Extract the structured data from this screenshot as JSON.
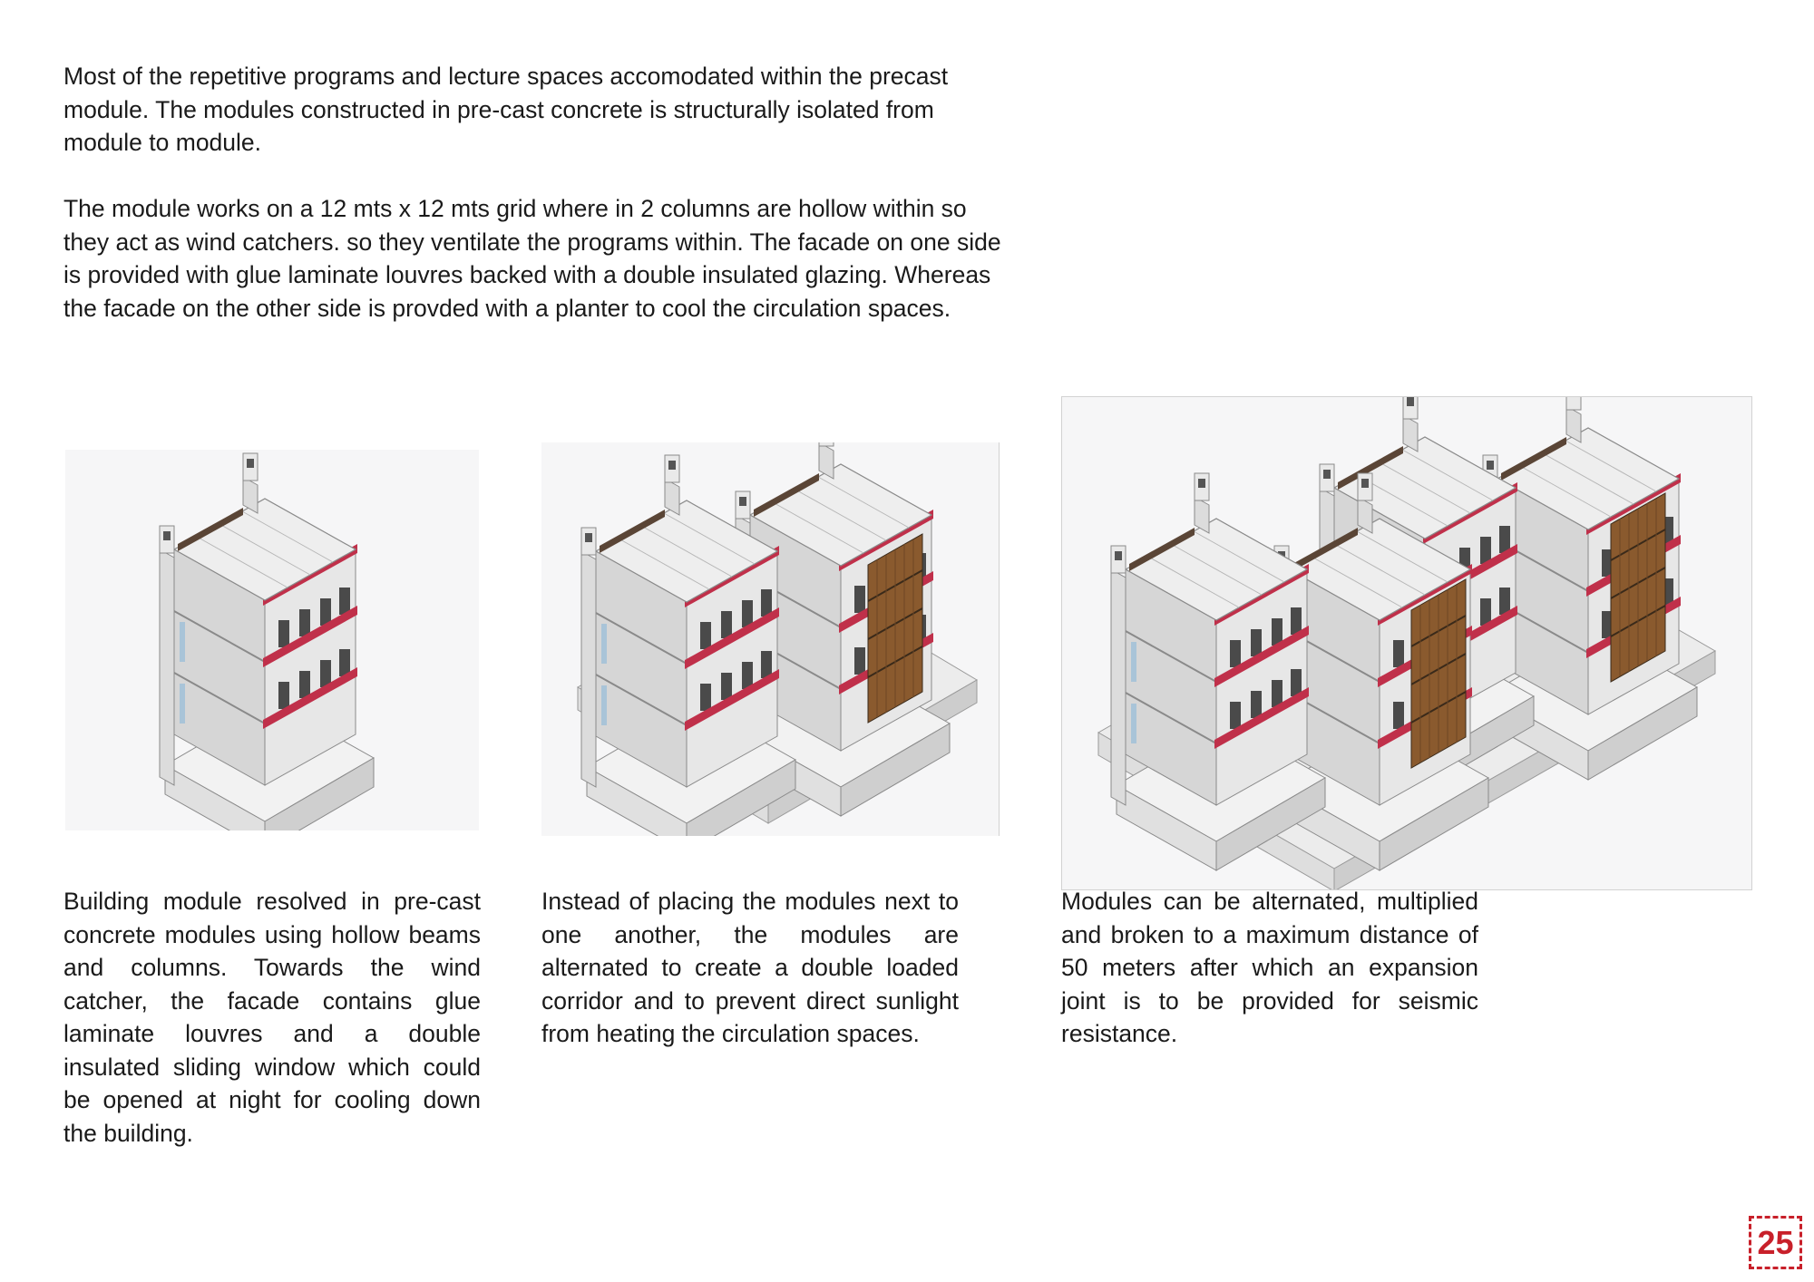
{
  "intro": {
    "paragraph_1": "Most of the repetitive programs and lecture spaces accomodated within the precast module. The modules constructed in pre-cast concrete is structurally isolated from module to module.",
    "paragraph_2": "The module works on a 12 mts x 12 mts grid where in 2 columns are hollow within so they act as wind catchers. so they ventilate the programs within. The facade on one side is provided with glue laminate louvres backed with a double insulated glazing. Whereas the facade on the other side is provded with a planter to cool the circulation spaces."
  },
  "figures": [
    {
      "caption": "Building module resolved in pre-cast concrete modules using hollow beams and columns. Towards the wind catcher, the facade contains glue laminate louvres and a double insulated sliding window which could be opened at night for cooling down the building."
    },
    {
      "caption": "Instead of placing the modules next to one another, the modules are alternated to create a double loaded corridor and to prevent direct sunlight from heating the circulation spaces."
    },
    {
      "caption": "Modules can be alternated, multiplied and broken to a maximum distance of 50 meters after which an expansion joint is to be provided for seismic resistance."
    }
  ],
  "page_number": "25",
  "colors": {
    "accent": "#c8202a",
    "concrete": "#e4e3e3",
    "louvre": "#8a5a2e",
    "planter": "#c0304a"
  }
}
